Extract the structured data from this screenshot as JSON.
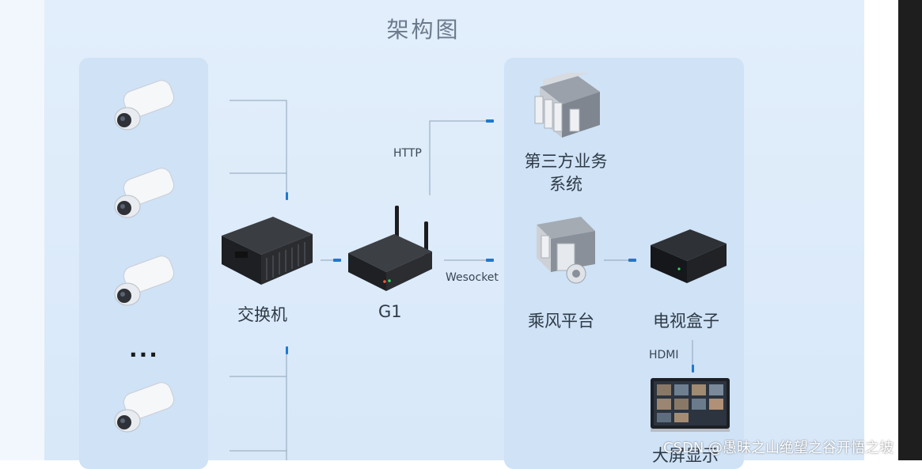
{
  "title": "架构图",
  "nodes": {
    "switch": "交换机",
    "gateway": "G1",
    "third_party": "第三方业务\n系统",
    "platform": "乘风平台",
    "tv_box": "电视盒子",
    "display": "大屏显示"
  },
  "edges": {
    "http": "HTTP",
    "websocket": "Wesocket",
    "hdmi": "HDMI"
  },
  "ellipsis": "...",
  "icons": [
    "camera-icon",
    "camera-icon",
    "camera-icon",
    "camera-icon",
    "switch-icon",
    "router-icon",
    "server-icon",
    "platform-icon",
    "tv-box-icon",
    "monitor-icon"
  ],
  "watermark": "CSDN @愚昧之山绝望之谷开悟之坡",
  "colors": {
    "background": "#dbe9f8",
    "panel": "#cfe2f6",
    "connector": "#1f78d1",
    "line": "#8fa3b8"
  }
}
